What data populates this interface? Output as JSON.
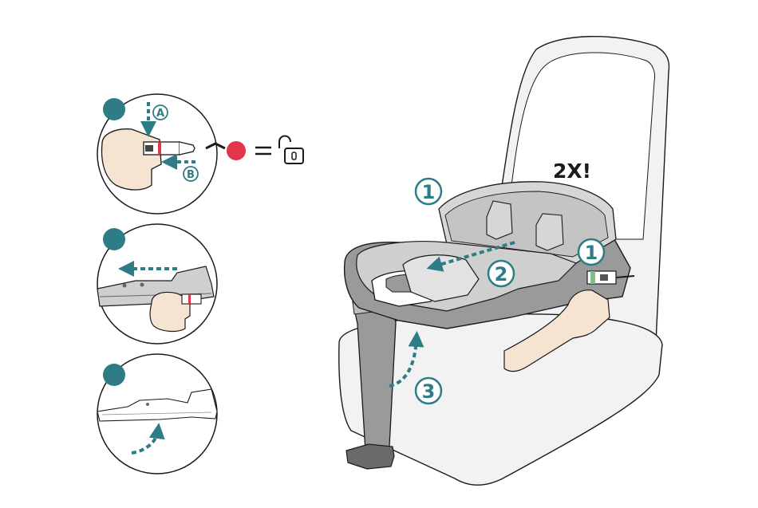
{
  "colors": {
    "teal": "#2e7d86",
    "outline": "#1a1a1a",
    "shell_dark": "#9a9a9a",
    "shell_light": "#d6d6d6",
    "seat_fill": "#f2f2f2",
    "skin": "#f6e4d3",
    "red_indicator": "#e5354a",
    "green_indicator": "#7fbf8a"
  },
  "icons": [
    "unlocked-padlock-icon",
    "red-indicator-dot",
    "equals-icon"
  ],
  "labels": {
    "warning": "2X!",
    "step_a": "A",
    "step_b": "B",
    "callout_1": "1",
    "callout_1_side": "1",
    "callout_2": "2",
    "callout_3": "3"
  }
}
